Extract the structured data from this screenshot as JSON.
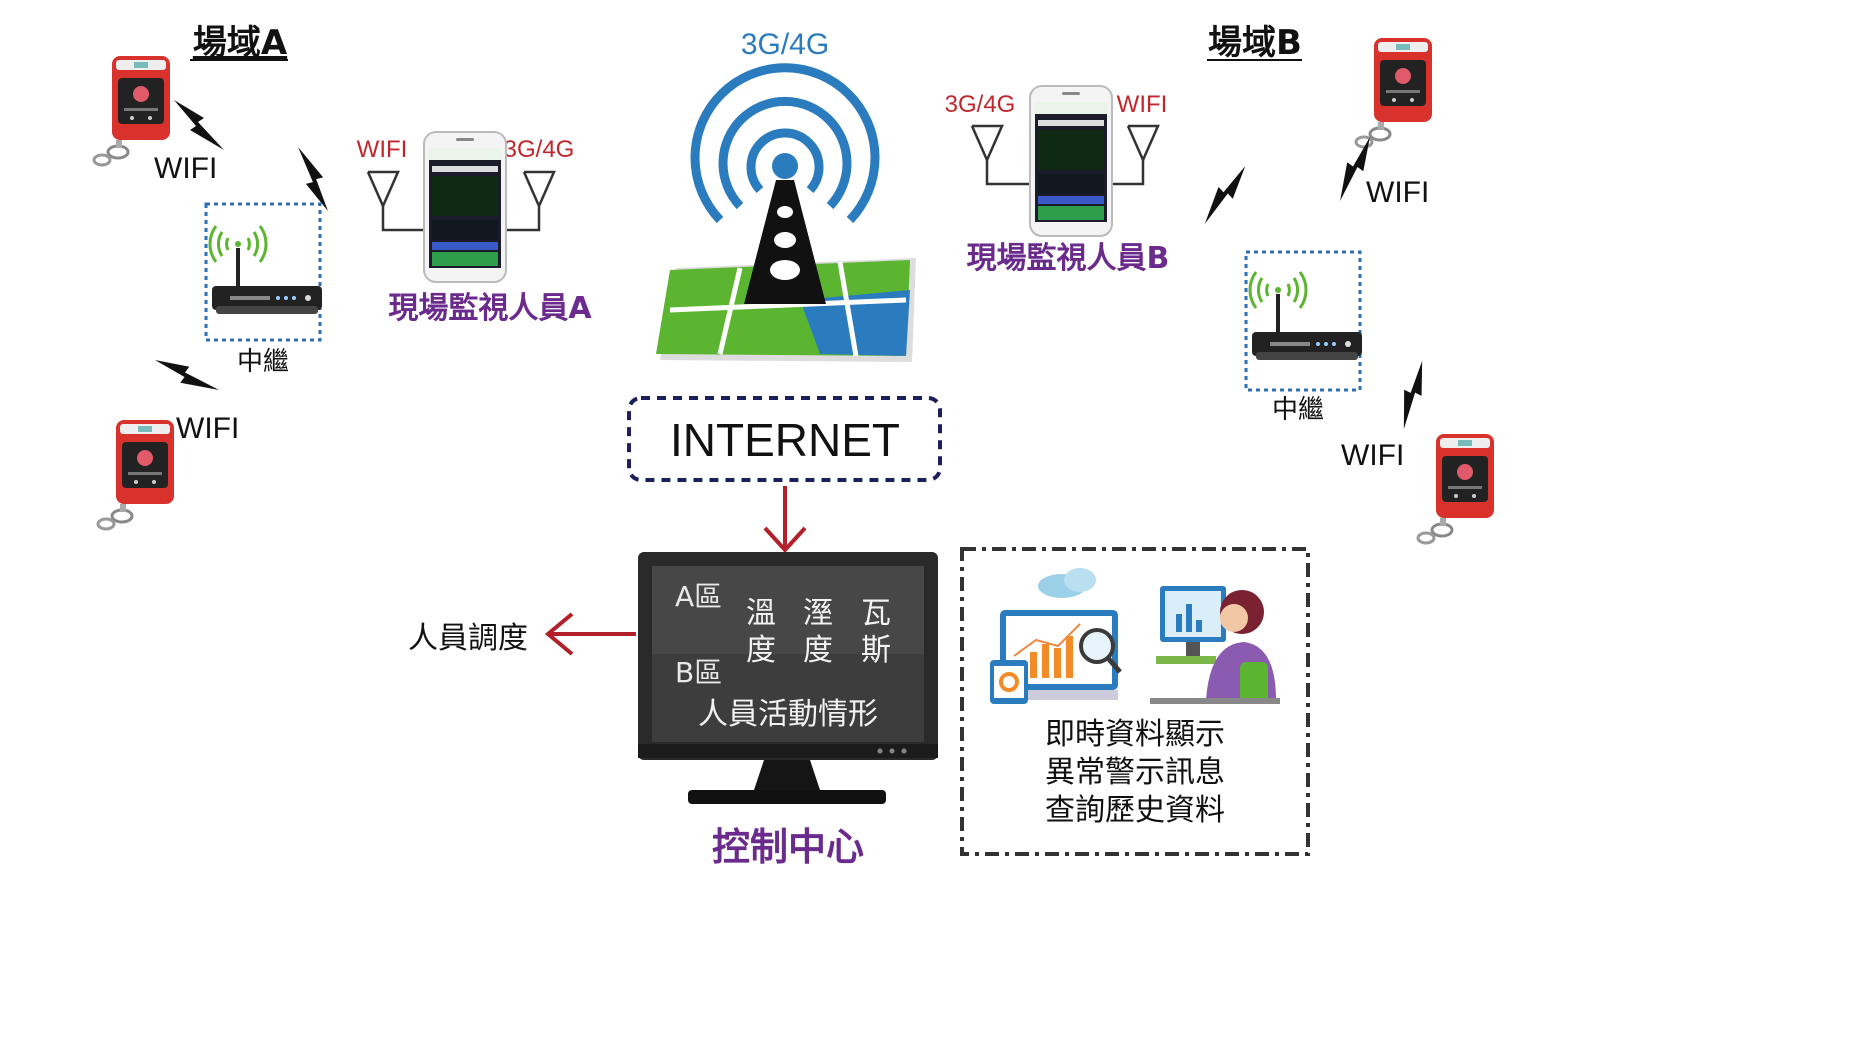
{
  "zone_a": {
    "title": "場域A",
    "wifi_upper": "WIFI",
    "wifi_lower": "WIFI",
    "relay_label": "中繼",
    "phone_left_label": "WIFI",
    "phone_right_label": "3G/4G",
    "monitor_label": "現場監視人員A"
  },
  "zone_b": {
    "title": "場域B",
    "wifi_upper": "WIFI",
    "wifi_lower": "WIFI",
    "relay_label": "中繼",
    "phone_left_label": "3G/4G",
    "phone_right_label": "WIFI",
    "monitor_label": "現場監視人員B"
  },
  "network": {
    "tower_label": "3G/4G",
    "internet_label": "INTERNET"
  },
  "control_center": {
    "title": "控制中心",
    "dispatch_label": "人員調度",
    "screen": {
      "zone_a": "A區",
      "zone_b": "B區",
      "metrics_row1": [
        "溫",
        "溼",
        "瓦"
      ],
      "metrics_row2": [
        "度",
        "度",
        "斯"
      ],
      "activity": "人員活動情形"
    }
  },
  "features": {
    "items": [
      "即時資料顯示",
      "異常警示訊息",
      "查詢歷史資料"
    ]
  },
  "colors": {
    "title_purple": "#6a2b8c",
    "antenna_red": "#c0272d",
    "arrow_red": "#b3202a",
    "tower_blue": "#2b7bbf",
    "dotted_blue": "#2f6fb5",
    "internet_border": "#1d1f5c",
    "map_green": "#5cb531",
    "device_red": "#d9312b"
  }
}
